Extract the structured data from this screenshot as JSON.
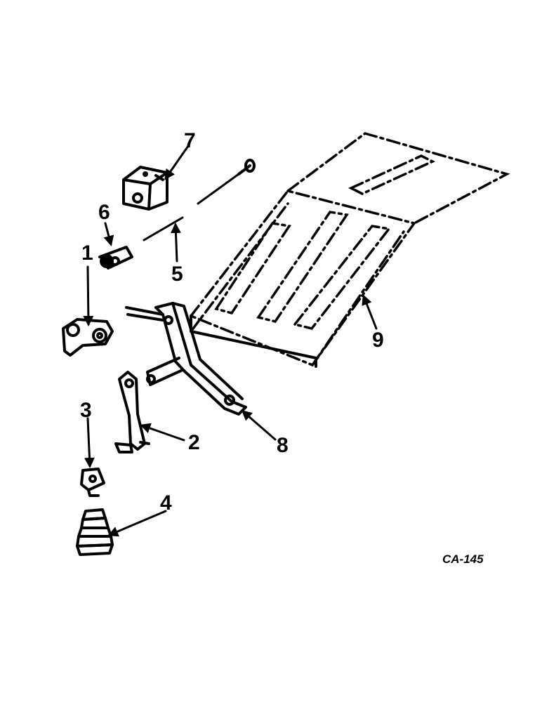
{
  "callouts": [
    {
      "id": "1",
      "label": "1"
    },
    {
      "id": "2",
      "label": "2"
    },
    {
      "id": "3",
      "label": "3"
    },
    {
      "id": "4",
      "label": "4"
    },
    {
      "id": "5",
      "label": "5"
    },
    {
      "id": "6",
      "label": "6"
    },
    {
      "id": "7",
      "label": "7"
    },
    {
      "id": "8",
      "label": "8"
    },
    {
      "id": "9",
      "label": "9"
    }
  ],
  "reference_code": "CA-145"
}
